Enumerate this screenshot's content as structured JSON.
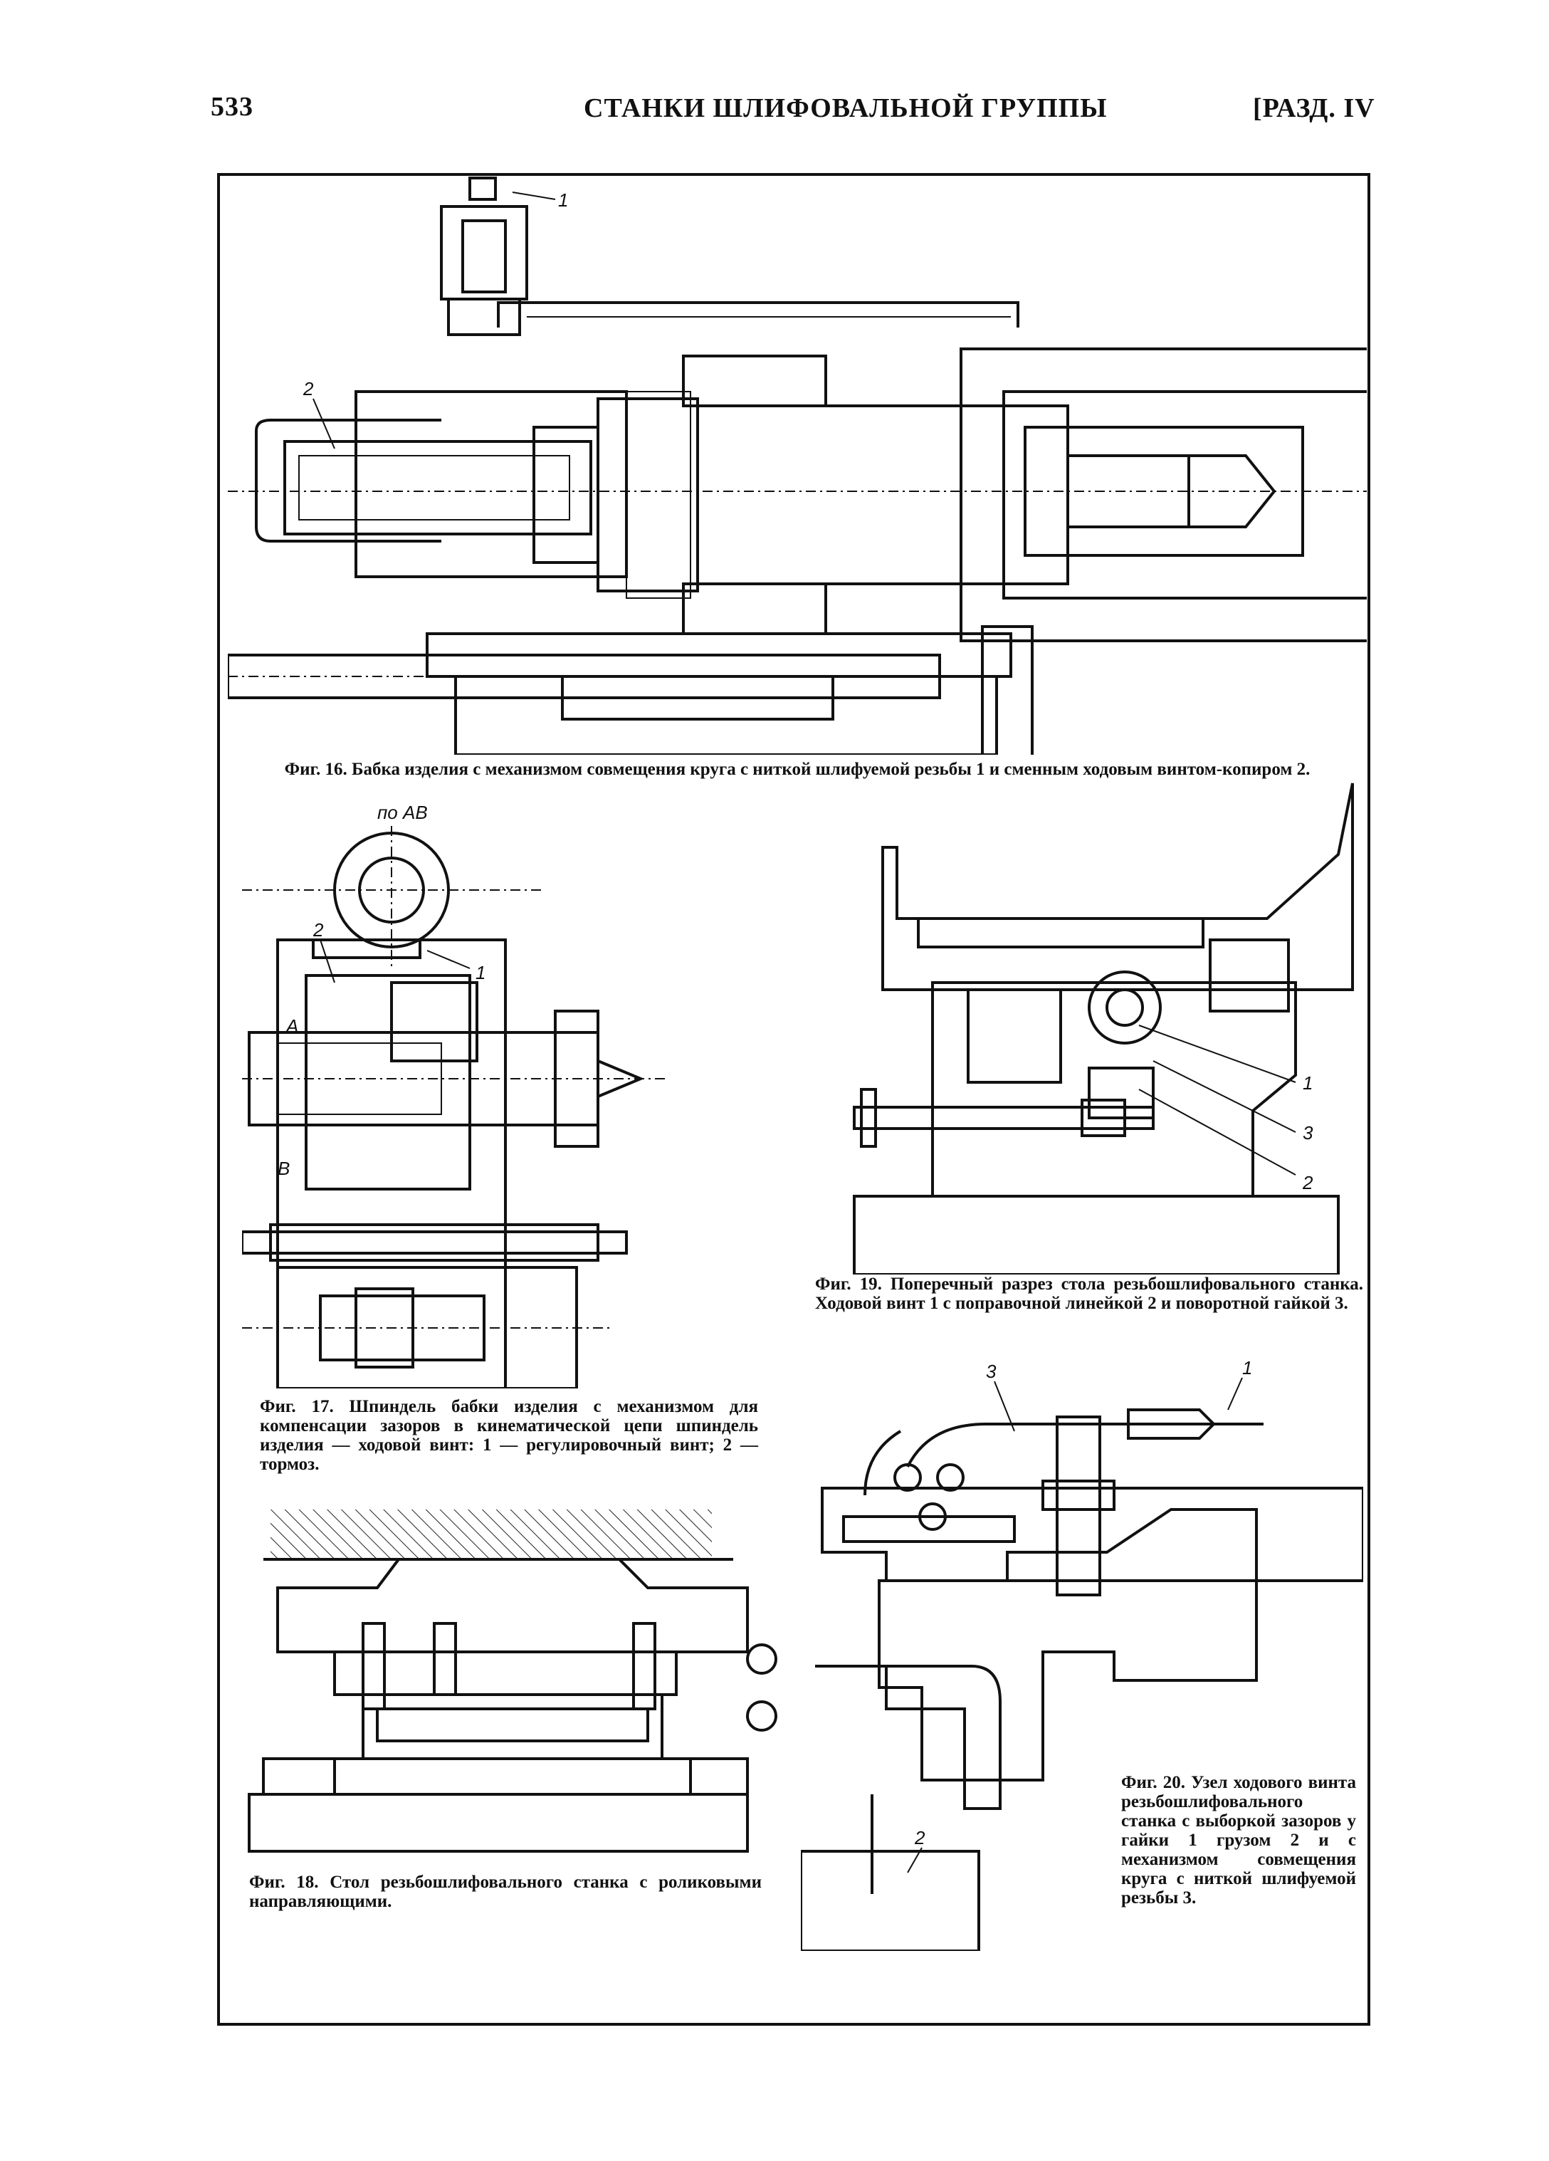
{
  "header": {
    "page_number": "533",
    "title": "СТАНКИ ШЛИФОВАЛЬНОЙ ГРУППЫ",
    "section": "[РАЗД. IV"
  },
  "figures": [
    {
      "id": "fig16",
      "caption": "Фиг. 16. Бабка изделия с механизмом совмещения круга с ниткой шлифуемой резьбы 1 и сменным ходовым винтом-копиром 2.",
      "labels": [
        "1",
        "2"
      ]
    },
    {
      "id": "fig17",
      "caption": "Фиг. 17. Шпиндель бабки изделия с механизмом для компенсации зазоров в кинематической цепи шпиндель изделия — ходовой винт: 1 — регулировочный винт; 2 — тормоз.",
      "labels": [
        "по AB",
        "2",
        "A",
        "B",
        "1"
      ]
    },
    {
      "id": "fig18",
      "caption": "Фиг. 18. Стол резьбошлифовального станка с роликовыми направляющими.",
      "labels": []
    },
    {
      "id": "fig19",
      "caption": "Фиг. 19. Поперечный разрез стола резьбошлифовального станка. Ходовой винт 1 с поправочной линейкой 2 и поворотной гайкой 3.",
      "labels": [
        "1",
        "3",
        "2"
      ]
    },
    {
      "id": "fig20",
      "caption": "Фиг. 20. Узел ходового винта резьбошлифовального станка с выборкой зазоров у гайки 1 грузом 2 и с механизмом совмещения круга с ниткой шлифуемой резьбы 3.",
      "labels": [
        "3",
        "1",
        "2"
      ]
    }
  ]
}
